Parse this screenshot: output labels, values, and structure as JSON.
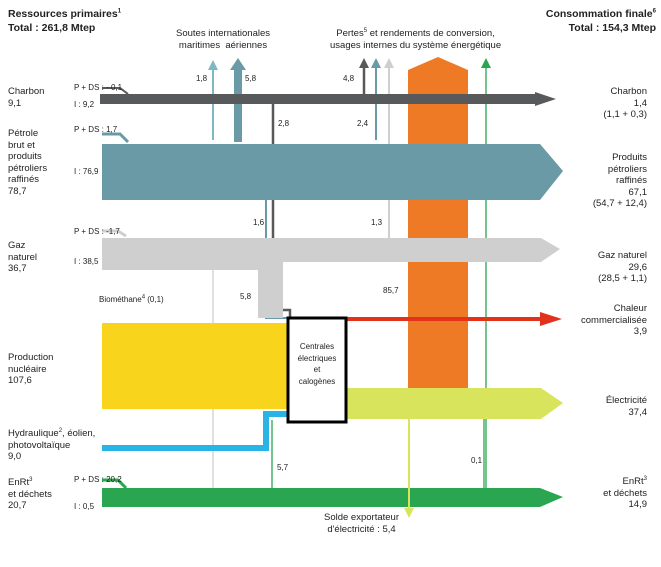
{
  "header": {
    "left_title": "Ressources primaires",
    "left_title_sup": "1",
    "left_total": "Total : 261,8 Mtep",
    "right_title": "Consommation finale",
    "right_title_sup": "6",
    "right_total": "Total : 154,3 Mtep"
  },
  "top_labels": {
    "soutes": "Soutes internationales\nmaritimes  aériennes",
    "pertes_a": "Pertes",
    "pertes_sup": "5",
    "pertes_b": " et rendements de conversion,\nusages internes du système énergétique"
  },
  "left": {
    "charbon": "Charbon\n9,1",
    "petrole": "Pétrole\nbrut et\nproduits\npétroliers\nraffinés\n78,7",
    "gaz": "Gaz\nnaturel\n36,7",
    "nucleaire": "Production\nnucléaire\n107,6",
    "hydraulique_a": "Hydraulique",
    "hydraulique_sup": "2",
    "hydraulique_b": ", éolien,\nphotovoltaïque\n9,0",
    "enrt_a": "EnRt",
    "enrt_sup": "3",
    "enrt_b": "\net déchets\n20,7"
  },
  "right": {
    "charbon": "Charbon\n1,4\n(1,1 + 0,3)",
    "petrole": "Produits\npétroliers\nraffinés\n67,1\n(54,7 + 12,4)",
    "gaz": "Gaz naturel\n29,6\n(28,5 + 1,1)",
    "chaleur": "Chaleur\ncommercialisée\n3,9",
    "electricite": "Électricité\n37,4",
    "enrt_a": "EnRt",
    "enrt_sup": "3",
    "enrt_b": "\net déchets\n14,9"
  },
  "flow_labels": {
    "charbon_pds": "P + DS : - 0,1",
    "charbon_i": "I : 9,2",
    "petrole_pds": "P + DS : 1,7",
    "petrole_i": "I : 76,9",
    "gaz_pds": "P + DS : -1,7",
    "gaz_i": "I : 38,5",
    "enrt_pds": "P + DS : 20,2",
    "enrt_i": "I : 0,5",
    "v_1_8": "1,8",
    "v_5_8a": "5,8",
    "v_4_8": "4,8",
    "v_2_8": "2,8",
    "v_2_4": "2,4",
    "v_1_6": "1,6",
    "v_1_3": "1,3",
    "v_85_7": "85,7",
    "v_5_8b": "5,8",
    "v_5_7": "5,7",
    "v_0_1": "0,1",
    "biomethane_a": "Biométhane",
    "biomethane_sup": "4",
    "biomethane_b": " (0,1)"
  },
  "central_box": "Centrales\nélectriques\net\ncalogènes",
  "solde": "Solde exportateur\nd'électricité : 5,4",
  "colors": {
    "charbon": "#58595b",
    "petrole": "#6a9aa6",
    "gaz": "#cfcfcf",
    "nucleaire": "#f8d51c",
    "electricite": "#d7e45c",
    "pertes": "#ee7a26",
    "chaleur": "#e2321d",
    "hydraulique": "#28b5e5",
    "enrt": "#2aa650",
    "soutes_arrow": "#7fb7c2"
  }
}
